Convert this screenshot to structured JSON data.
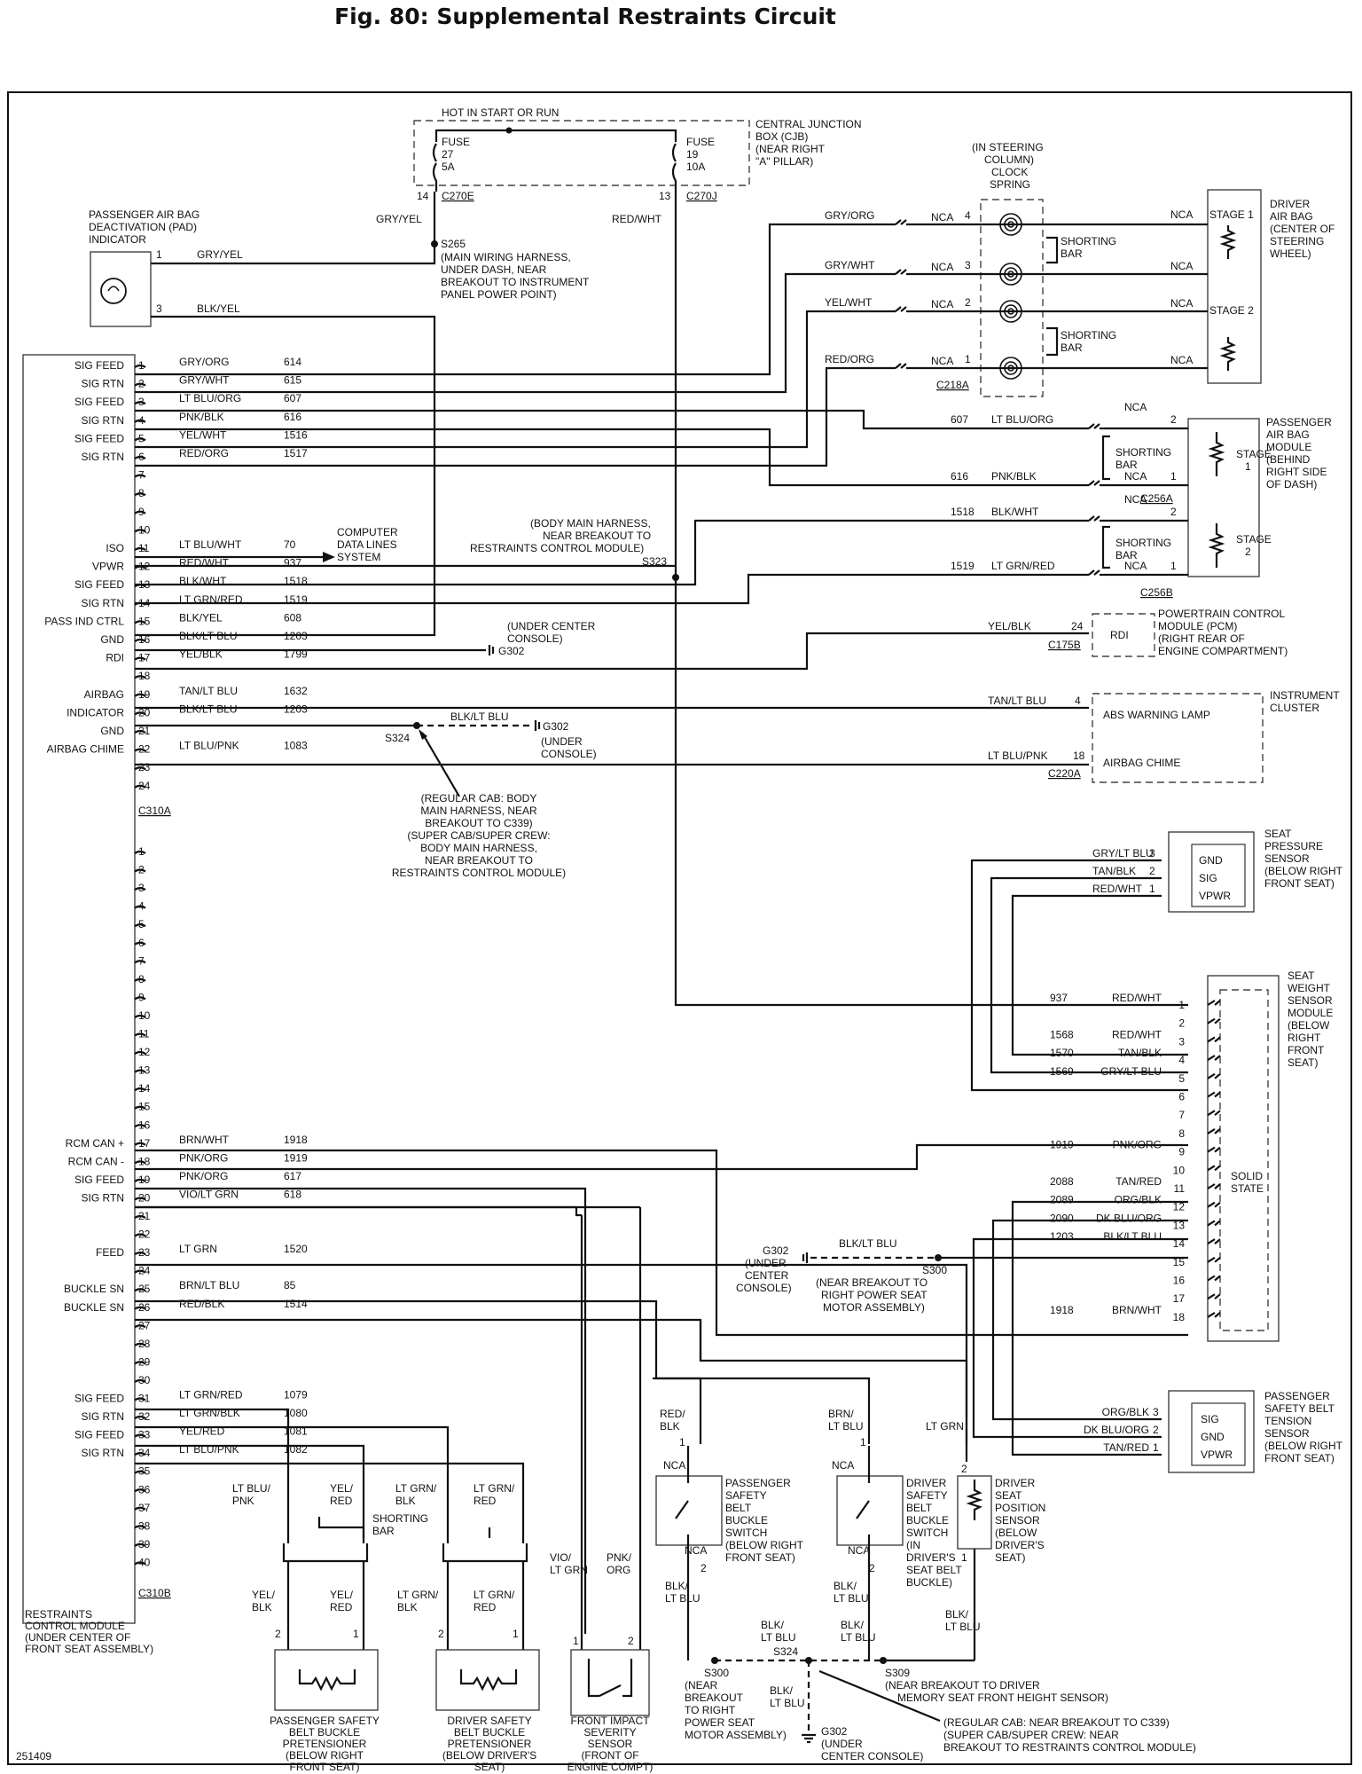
{
  "title": "Fig. 80: Supplemental Restraints Circuit",
  "figure_id": "251409",
  "rcm": {
    "label": [
      "RESTRAINTS",
      "CONTROL MODULE",
      "(UNDER CENTER OF",
      "FRONT SEAT ASSEMBLY)"
    ],
    "connector_a": "C310A",
    "connector_b": "C310B",
    "a_pins": [
      {
        "pin": "1",
        "func": "SIG FEED",
        "color": "GRY/ORG",
        "circuit": "614"
      },
      {
        "pin": "2",
        "func": "SIG RTN",
        "color": "GRY/WHT",
        "circuit": "615"
      },
      {
        "pin": "3",
        "func": "SIG FEED",
        "color": "LT BLU/ORG",
        "circuit": "607"
      },
      {
        "pin": "4",
        "func": "SIG RTN",
        "color": "PNK/BLK",
        "circuit": "616"
      },
      {
        "pin": "5",
        "func": "SIG FEED",
        "color": "YEL/WHT",
        "circuit": "1516"
      },
      {
        "pin": "6",
        "func": "SIG RTN",
        "color": "RED/ORG",
        "circuit": "1517"
      },
      {
        "pin": "7",
        "func": "",
        "color": "",
        "circuit": ""
      },
      {
        "pin": "8",
        "func": "",
        "color": "",
        "circuit": ""
      },
      {
        "pin": "9",
        "func": "",
        "color": "",
        "circuit": ""
      },
      {
        "pin": "10",
        "func": "",
        "color": "",
        "circuit": ""
      },
      {
        "pin": "11",
        "func": "ISO",
        "color": "LT BLU/WHT",
        "circuit": "70"
      },
      {
        "pin": "12",
        "func": "VPWR",
        "color": "RED/WHT",
        "circuit": "937"
      },
      {
        "pin": "13",
        "func": "SIG FEED",
        "color": "BLK/WHT",
        "circuit": "1518"
      },
      {
        "pin": "14",
        "func": "SIG RTN",
        "color": "LT GRN/RED",
        "circuit": "1519"
      },
      {
        "pin": "15",
        "func": "PASS IND CTRL",
        "color": "BLK/YEL",
        "circuit": "608"
      },
      {
        "pin": "16",
        "func": "GND",
        "color": "BLK/LT BLU",
        "circuit": "1203"
      },
      {
        "pin": "17",
        "func": "RDI",
        "color": "YEL/BLK",
        "circuit": "1799"
      },
      {
        "pin": "18",
        "func": "",
        "color": "",
        "circuit": ""
      },
      {
        "pin": "19",
        "func": "AIRBAG",
        "color": "TAN/LT BLU",
        "circuit": "1632"
      },
      {
        "pin": "20",
        "func": "INDICATOR",
        "color": "BLK/LT BLU",
        "circuit": "1203"
      },
      {
        "pin": "21",
        "func": "GND",
        "color": "",
        "circuit": ""
      },
      {
        "pin": "22",
        "func": "AIRBAG CHIME",
        "color": "LT BLU/PNK",
        "circuit": "1083"
      },
      {
        "pin": "23",
        "func": "",
        "color": "",
        "circuit": ""
      },
      {
        "pin": "24",
        "func": "",
        "color": "",
        "circuit": ""
      }
    ],
    "b_pins": [
      {
        "pin": "1",
        "func": "",
        "color": "",
        "circuit": ""
      },
      {
        "pin": "2",
        "func": "",
        "color": "",
        "circuit": ""
      },
      {
        "pin": "3",
        "func": "",
        "color": "",
        "circuit": ""
      },
      {
        "pin": "4",
        "func": "",
        "color": "",
        "circuit": ""
      },
      {
        "pin": "5",
        "func": "",
        "color": "",
        "circuit": ""
      },
      {
        "pin": "6",
        "func": "",
        "color": "",
        "circuit": ""
      },
      {
        "pin": "7",
        "func": "",
        "color": "",
        "circuit": ""
      },
      {
        "pin": "8",
        "func": "",
        "color": "",
        "circuit": ""
      },
      {
        "pin": "9",
        "func": "",
        "color": "",
        "circuit": ""
      },
      {
        "pin": "10",
        "func": "",
        "color": "",
        "circuit": ""
      },
      {
        "pin": "11",
        "func": "",
        "color": "",
        "circuit": ""
      },
      {
        "pin": "12",
        "func": "",
        "color": "",
        "circuit": ""
      },
      {
        "pin": "13",
        "func": "",
        "color": "",
        "circuit": ""
      },
      {
        "pin": "14",
        "func": "",
        "color": "",
        "circuit": ""
      },
      {
        "pin": "15",
        "func": "",
        "color": "",
        "circuit": ""
      },
      {
        "pin": "16",
        "func": "",
        "color": "",
        "circuit": ""
      },
      {
        "pin": "17",
        "func": "RCM CAN +",
        "color": "BRN/WHT",
        "circuit": "1918"
      },
      {
        "pin": "18",
        "func": "RCM CAN -",
        "color": "PNK/ORG",
        "circuit": "1919"
      },
      {
        "pin": "19",
        "func": "SIG FEED",
        "color": "PNK/ORG",
        "circuit": "617"
      },
      {
        "pin": "20",
        "func": "SIG RTN",
        "color": "VIO/LT GRN",
        "circuit": "618"
      },
      {
        "pin": "21",
        "func": "",
        "color": "",
        "circuit": ""
      },
      {
        "pin": "22",
        "func": "",
        "color": "",
        "circuit": ""
      },
      {
        "pin": "23",
        "func": "FEED",
        "color": "LT GRN",
        "circuit": "1520"
      },
      {
        "pin": "24",
        "func": "",
        "color": "",
        "circuit": ""
      },
      {
        "pin": "25",
        "func": "BUCKLE SN",
        "color": "BRN/LT BLU",
        "circuit": "85"
      },
      {
        "pin": "26",
        "func": "BUCKLE SN",
        "color": "RED/BLK",
        "circuit": "1514"
      },
      {
        "pin": "27",
        "func": "",
        "color": "",
        "circuit": ""
      },
      {
        "pin": "28",
        "func": "",
        "color": "",
        "circuit": ""
      },
      {
        "pin": "29",
        "func": "",
        "color": "",
        "circuit": ""
      },
      {
        "pin": "30",
        "func": "",
        "color": "",
        "circuit": ""
      },
      {
        "pin": "31",
        "func": "SIG FEED",
        "color": "LT GRN/RED",
        "circuit": "1079"
      },
      {
        "pin": "32",
        "func": "SIG RTN",
        "color": "LT GRN/BLK",
        "circuit": "1080"
      },
      {
        "pin": "33",
        "func": "SIG FEED",
        "color": "YEL/RED",
        "circuit": "1081"
      },
      {
        "pin": "34",
        "func": "SIG RTN",
        "color": "LT BLU/PNK",
        "circuit": "1082"
      },
      {
        "pin": "35",
        "func": "",
        "color": "",
        "circuit": ""
      },
      {
        "pin": "36",
        "func": "",
        "color": "",
        "circuit": ""
      },
      {
        "pin": "37",
        "func": "",
        "color": "",
        "circuit": ""
      },
      {
        "pin": "38",
        "func": "",
        "color": "",
        "circuit": ""
      },
      {
        "pin": "39",
        "func": "",
        "color": "",
        "circuit": ""
      },
      {
        "pin": "40",
        "func": "",
        "color": "",
        "circuit": ""
      }
    ]
  },
  "cjb": {
    "hot": "HOT IN START OR RUN",
    "label": [
      "CENTRAL JUNCTION",
      "BOX (CJB)",
      "(NEAR RIGHT",
      "\"A\" PILLAR)"
    ],
    "fuse_left": [
      "FUSE",
      "27",
      "5A"
    ],
    "fuse_right": [
      "FUSE",
      "19",
      "10A"
    ],
    "pin_left": "14",
    "conn_left": "C270E",
    "pin_right": "13",
    "conn_right": "C270J",
    "wire_left": "GRY/YEL",
    "wire_right": "RED/WHT"
  },
  "pad": {
    "label": [
      "PASSENGER AIR BAG",
      "DEACTIVATION (PAD)",
      "INDICATOR"
    ],
    "pin1": "1",
    "pin3": "3",
    "wire1": "GRY/YEL",
    "wire3": "BLK/YEL"
  },
  "s265": {
    "name": "S265",
    "desc": [
      "(MAIN WIRING HARNESS,",
      "UNDER DASH, NEAR",
      "BREAKOUT TO INSTRUMENT",
      "PANEL POWER POINT)"
    ]
  },
  "clock_spring": {
    "label": [
      "(IN STEERING",
      "COLUMN)",
      "CLOCK",
      "SPRING"
    ],
    "connector": "C218A",
    "shorting": [
      "SHORTING",
      "BAR"
    ],
    "rows": [
      {
        "color": "GRY/ORG",
        "nca": "NCA",
        "pin": "4"
      },
      {
        "color": "GRY/WHT",
        "nca": "NCA",
        "pin": "3"
      },
      {
        "color": "YEL/WHT",
        "nca": "NCA",
        "pin": "2"
      },
      {
        "color": "RED/ORG",
        "nca": "NCA",
        "pin": "1"
      }
    ]
  },
  "driver_airbag": {
    "label": [
      "DRIVER",
      "AIR BAG",
      "(CENTER OF",
      "STEERING",
      "WHEEL)"
    ],
    "nca": "NCA",
    "stage1": "STAGE 1",
    "stage2": "STAGE 2"
  },
  "pass_airbag": {
    "label": [
      "PASSENGER",
      "AIR BAG",
      "MODULE",
      "(BEHIND",
      "RIGHT SIDE",
      "OF DASH)"
    ],
    "conn_a": "C256A",
    "conn_b": "C256B",
    "stage": "STAGE",
    "stage1": "1",
    "stage2": "2",
    "shorting": [
      "SHORTING",
      "BAR"
    ],
    "rows": [
      {
        "circuit": "607",
        "color": "LT BLU/ORG",
        "nca": "NCA",
        "pin": "2"
      },
      {
        "circuit": "616",
        "color": "PNK/BLK",
        "nca": "NCA",
        "pin": "1"
      },
      {
        "circuit": "1518",
        "color": "BLK/WHT",
        "nca": "NCA",
        "pin": "2"
      },
      {
        "circuit": "1519",
        "color": "LT GRN/RED",
        "nca": "NCA",
        "pin": "1"
      }
    ]
  },
  "data_lines": [
    "COMPUTER",
    "DATA LINES",
    "SYSTEM"
  ],
  "s323": {
    "name": "S323",
    "desc": [
      "(BODY MAIN HARNESS,",
      "NEAR BREAKOUT TO",
      "RESTRAINTS CONTROL MODULE)"
    ]
  },
  "g302_a": {
    "name": "G302",
    "desc": [
      "(UNDER CENTER",
      "CONSOLE)"
    ]
  },
  "pcm": {
    "color": "YEL/BLK",
    "pin": "24",
    "conn": "C175B",
    "box": "RDI",
    "label": [
      "POWERTRAIN CONTROL",
      "MODULE (PCM)",
      "(RIGHT REAR OF",
      "ENGINE COMPARTMENT)"
    ]
  },
  "cluster": {
    "label": [
      "INSTRUMENT",
      "CLUSTER"
    ],
    "lamp": "ABS WARNING LAMP",
    "chime": "AIRBAG CHIME",
    "lamp_color": "TAN/LT BLU",
    "lamp_pin": "4",
    "chime_color": "LT BLU/PNK",
    "chime_pin": "18",
    "conn": "C220A"
  },
  "s324_top": {
    "name": "S324",
    "wire": "BLK/LT BLU",
    "g302": "G302",
    "g302_desc": [
      "(UNDER",
      "CONSOLE)"
    ]
  },
  "s324_note": [
    "(REGULAR CAB: BODY",
    "MAIN HARNESS, NEAR",
    "BREAKOUT TO C339)",
    "(SUPER CAB/SUPER CREW:",
    "BODY MAIN HARNESS,",
    "NEAR BREAKOUT TO",
    "RESTRAINTS CONTROL MODULE)"
  ],
  "seat_pressure": {
    "label": [
      "SEAT",
      "PRESSURE",
      "SENSOR",
      "(BELOW RIGHT",
      "FRONT SEAT)"
    ],
    "rows": [
      {
        "color": "GRY/LT BLU",
        "pin": "3",
        "term": "GND"
      },
      {
        "color": "TAN/BLK",
        "pin": "2",
        "term": "SIG"
      },
      {
        "color": "RED/WHT",
        "pin": "1",
        "term": "VPWR"
      }
    ]
  },
  "seat_weight": {
    "label": [
      "SEAT",
      "WEIGHT",
      "SENSOR",
      "MODULE",
      "(BELOW",
      "RIGHT",
      "FRONT",
      "SEAT)"
    ],
    "solid": [
      "SOLID",
      "STATE"
    ],
    "rows": [
      {
        "circuit": "937",
        "color": "RED/WHT",
        "pin": "1"
      },
      {
        "circuit": "",
        "color": "",
        "pin": "2"
      },
      {
        "circuit": "1568",
        "color": "RED/WHT",
        "pin": "3"
      },
      {
        "circuit": "1570",
        "color": "TAN/BLK",
        "pin": "4"
      },
      {
        "circuit": "1569",
        "color": "GRY/LT BLU",
        "pin": "5"
      },
      {
        "circuit": "",
        "color": "",
        "pin": "6"
      },
      {
        "circuit": "",
        "color": "",
        "pin": "7"
      },
      {
        "circuit": "",
        "color": "",
        "pin": "8"
      },
      {
        "circuit": "1919",
        "color": "PNK/ORG",
        "pin": "9"
      },
      {
        "circuit": "",
        "color": "",
        "pin": "10"
      },
      {
        "circuit": "2088",
        "color": "TAN/RED",
        "pin": "11"
      },
      {
        "circuit": "2089",
        "color": "ORG/BLK",
        "pin": "12"
      },
      {
        "circuit": "2090",
        "color": "DK BLU/ORG",
        "pin": "13"
      },
      {
        "circuit": "1203",
        "color": "BLK/LT BLU",
        "pin": "14"
      },
      {
        "circuit": "",
        "color": "",
        "pin": "15"
      },
      {
        "circuit": "",
        "color": "",
        "pin": "16"
      },
      {
        "circuit": "",
        "color": "",
        "pin": "17"
      },
      {
        "circuit": "1918",
        "color": "BRN/WHT",
        "pin": "18"
      }
    ]
  },
  "s300_mid": {
    "g302": "G302",
    "g302_desc": [
      "(UNDER",
      "CENTER",
      "CONSOLE)"
    ],
    "wire": "BLK/LT BLU",
    "name": "S300",
    "desc": [
      "(NEAR BREAKOUT TO",
      "RIGHT POWER SEAT",
      "MOTOR ASSEMBLY)"
    ]
  },
  "belt_tension": {
    "label": [
      "PASSENGER",
      "SAFETY BELT",
      "TENSION",
      "SENSOR",
      "(BELOW RIGHT",
      "FRONT SEAT)"
    ],
    "rows": [
      {
        "color": "ORG/BLK",
        "pin": "3",
        "term": "SIG"
      },
      {
        "color": "DK BLU/ORG",
        "pin": "2",
        "term": "GND"
      },
      {
        "color": "TAN/RED",
        "pin": "1",
        "term": "VPWR"
      }
    ]
  },
  "pass_buckle": {
    "wire": [
      "RED/",
      "BLK"
    ],
    "pin1": "1",
    "pin2": "2",
    "nca": "NCA",
    "wire2": [
      "BLK/",
      "LT BLU"
    ],
    "label": [
      "PASSENGER",
      "SAFETY",
      "BELT",
      "BUCKLE",
      "SWITCH",
      "(BELOW RIGHT",
      "FRONT SEAT)"
    ]
  },
  "drv_buckle": {
    "wire": [
      "BRN/",
      "LT BLU"
    ],
    "pin1": "1",
    "pin2": "2",
    "nca": "NCA",
    "wire2": [
      "BLK/",
      "LT BLU"
    ],
    "label": [
      "DRIVER",
      "SAFETY",
      "BELT",
      "BUCKLE",
      "SWITCH",
      "(IN",
      "DRIVER'S",
      "SEAT BELT",
      "BUCKLE)"
    ]
  },
  "seat_position": {
    "wire": "LT GRN",
    "pin2": "2",
    "pin1": "1",
    "wire2": [
      "BLK/",
      "LT BLU"
    ],
    "label": [
      "DRIVER",
      "SEAT",
      "POSITION",
      "SENSOR",
      "(BELOW",
      "DRIVER'S",
      "SEAT)"
    ]
  },
  "pretensioners": {
    "shorting": [
      "SHORTING",
      "BAR"
    ],
    "pass_top": [
      [
        "LT BLU/",
        "PNK"
      ],
      [
        "YEL/",
        "RED"
      ]
    ],
    "drv_top": [
      [
        "LT GRN/",
        "BLK"
      ],
      [
        "LT GRN/",
        "RED"
      ]
    ],
    "pass_bot": [
      [
        "YEL/",
        "BLK"
      ],
      [
        "YEL/",
        "RED"
      ]
    ],
    "drv_bot": [
      [
        "LT GRN/",
        "BLK"
      ],
      [
        "LT GRN/",
        "RED"
      ]
    ],
    "pass_label": [
      "PASSENGER SAFETY",
      "BELT BUCKLE",
      "PRETENSIONER",
      "(BELOW RIGHT",
      "FRONT SEAT)"
    ],
    "drv_label": [
      "DRIVER SAFETY",
      "BELT BUCKLE",
      "PRETENSIONER",
      "(BELOW DRIVER'S",
      "SEAT)"
    ]
  },
  "impact_sensor": {
    "wire1": [
      "VIO/",
      "LT GRN"
    ],
    "wire2": [
      "PNK/",
      "ORG"
    ],
    "pin1": "1",
    "pin2": "2",
    "label": [
      "FRONT IMPACT",
      "SEVERITY",
      "SENSOR",
      "(FRONT OF",
      "ENGINE COMPT)"
    ]
  },
  "bottom": {
    "s300": "S300",
    "s300_desc": [
      "(NEAR",
      "BREAKOUT",
      "TO RIGHT",
      "POWER SEAT",
      "MOTOR ASSEMBLY)"
    ],
    "s324": "S324",
    "wire1": [
      "BLK/",
      "LT BLU"
    ],
    "wire2": [
      "BLK/",
      "LT BLU"
    ],
    "wire3": [
      "BLK/",
      "LT BLU"
    ],
    "g302": "G302",
    "g302_desc": [
      "(UNDER",
      "CENTER CONSOLE)"
    ],
    "s309": "S309",
    "s309_desc": "(NEAR BREAKOUT TO DRIVER",
    "s309_desc2": "MEMORY SEAT FRONT HEIGHT SENSOR)",
    "note": [
      "(REGULAR CAB: NEAR BREAKOUT TO C339)",
      "(SUPER CAB/SUPER CREW: NEAR",
      "BREAKOUT TO RESTRAINTS CONTROL MODULE)"
    ]
  }
}
